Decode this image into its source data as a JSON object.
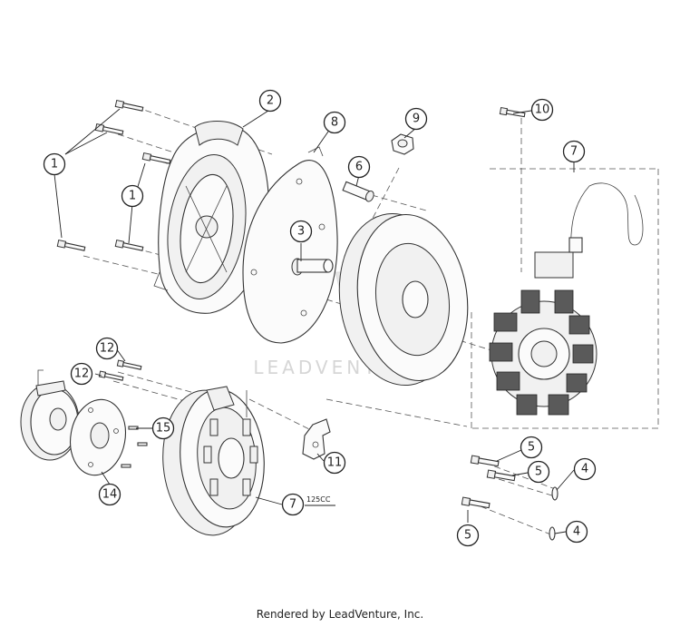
{
  "watermark": "LEADVENTURE",
  "footer": "Rendered by LeadVenture, Inc.",
  "variant_label": "125CC",
  "callouts": [
    {
      "id": "c2",
      "label": "2"
    },
    {
      "id": "c8",
      "label": "8"
    },
    {
      "id": "c9",
      "label": "9"
    },
    {
      "id": "c10",
      "label": "10"
    },
    {
      "id": "c1a",
      "label": "1"
    },
    {
      "id": "c1b",
      "label": "1"
    },
    {
      "id": "c6",
      "label": "6"
    },
    {
      "id": "c7a",
      "label": "7"
    },
    {
      "id": "c3",
      "label": "3"
    },
    {
      "id": "c12a",
      "label": "12"
    },
    {
      "id": "c12b",
      "label": "12"
    },
    {
      "id": "c15",
      "label": "15"
    },
    {
      "id": "c11",
      "label": "11"
    },
    {
      "id": "c14",
      "label": "14"
    },
    {
      "id": "c7b",
      "label": "7"
    },
    {
      "id": "c5a",
      "label": "5"
    },
    {
      "id": "c5b",
      "label": "5"
    },
    {
      "id": "c4a",
      "label": "4"
    },
    {
      "id": "c5c",
      "label": "5"
    },
    {
      "id": "c4b",
      "label": "4"
    }
  ]
}
